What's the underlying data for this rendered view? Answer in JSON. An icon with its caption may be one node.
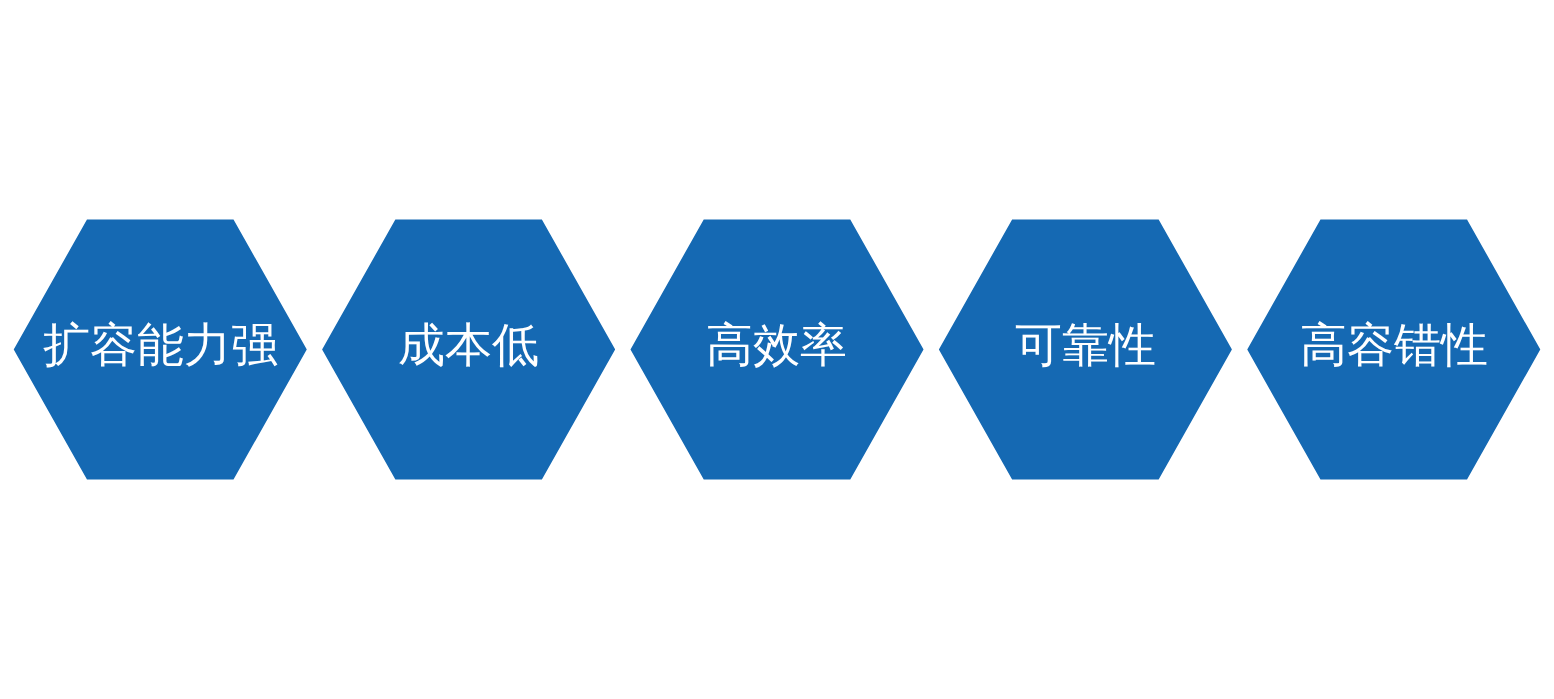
{
  "diagram": {
    "nodes": [
      {
        "text": [
          "扩容能力强"
        ]
      },
      {
        "text": [
          "成本低"
        ]
      },
      {
        "text": [
          "高效率"
        ]
      },
      {
        "text": [
          "可靠性"
        ]
      },
      {
        "text": [
          "高容错性"
        ]
      }
    ]
  }
}
